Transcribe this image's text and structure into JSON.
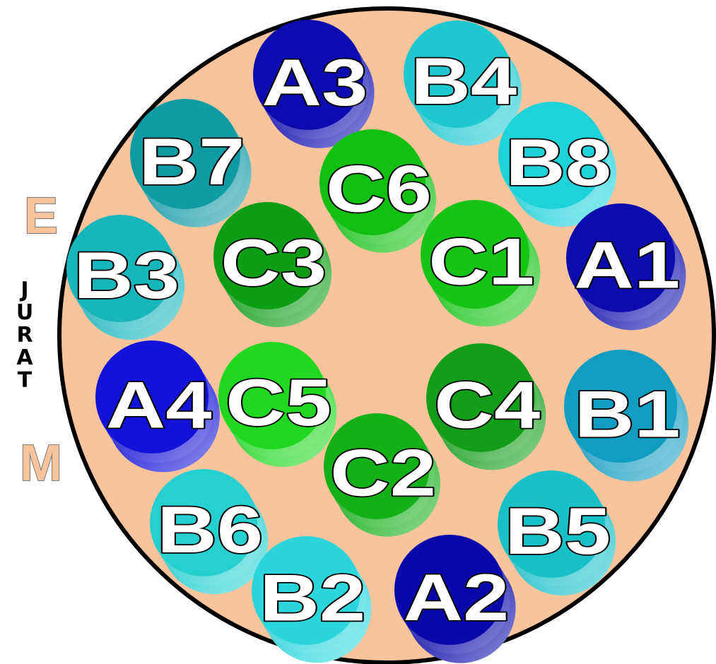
{
  "side_labels": {
    "top": "E",
    "middle": "JURAT",
    "bottom": "M"
  },
  "colors": {
    "plate": "#f9c49b",
    "plate_border": "#000000",
    "group_A": "#0a0ab4",
    "group_B": "#16c4cc",
    "group_C": "#16c41a"
  },
  "wells": [
    {
      "id": "A3",
      "group": "A",
      "color": "#0b0bb0"
    },
    {
      "id": "B4",
      "group": "B",
      "color": "#1ec8d0"
    },
    {
      "id": "B7",
      "group": "B",
      "color": "#109aa4"
    },
    {
      "id": "C6",
      "group": "C",
      "color": "#12c012"
    },
    {
      "id": "B8",
      "group": "B",
      "color": "#1ed2da"
    },
    {
      "id": "C3",
      "group": "C",
      "color": "#0e9e16"
    },
    {
      "id": "C1",
      "group": "C",
      "color": "#16c416"
    },
    {
      "id": "A1",
      "group": "A",
      "color": "#0c0cae"
    },
    {
      "id": "B3",
      "group": "B",
      "color": "#16b6bc"
    },
    {
      "id": "A4",
      "group": "A",
      "color": "#1212d8"
    },
    {
      "id": "C5",
      "group": "C",
      "color": "#20d820"
    },
    {
      "id": "C4",
      "group": "C",
      "color": "#129e18"
    },
    {
      "id": "B1",
      "group": "B",
      "color": "#119cc2"
    },
    {
      "id": "C2",
      "group": "C",
      "color": "#14b018"
    },
    {
      "id": "B6",
      "group": "B",
      "color": "#26d0d0"
    },
    {
      "id": "B5",
      "group": "B",
      "color": "#18c0c8"
    },
    {
      "id": "B2",
      "group": "B",
      "color": "#2ad6dc"
    },
    {
      "id": "A2",
      "group": "A",
      "color": "#0808aa"
    }
  ]
}
